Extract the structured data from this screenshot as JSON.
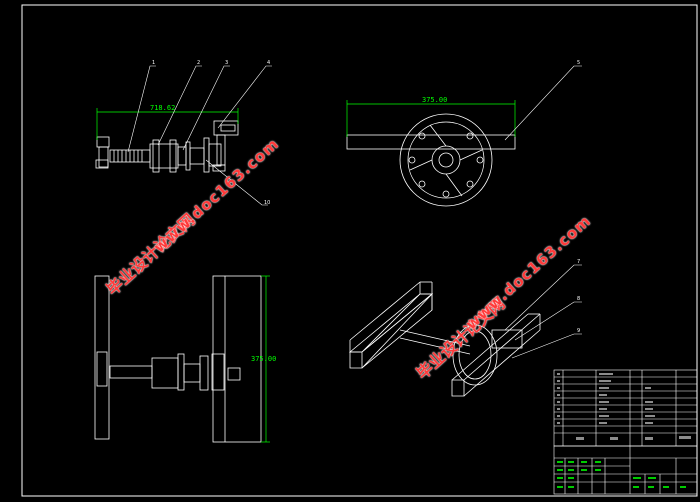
{
  "drawing": {
    "dimensions": {
      "side_view_width": "718.62",
      "top_view_width": "375.00",
      "front_view_height": "375.00"
    },
    "balloons": [
      "1",
      "2",
      "3",
      "4",
      "5",
      "10",
      "7",
      "8",
      "9"
    ],
    "colors": {
      "background": "#000000",
      "linework": "#ffffff",
      "dimension": "#00ff00",
      "watermark": "#ff3b3b"
    }
  },
  "watermarks": {
    "site_name": "毕业设计论文网",
    "url": "www.doc163.com"
  }
}
